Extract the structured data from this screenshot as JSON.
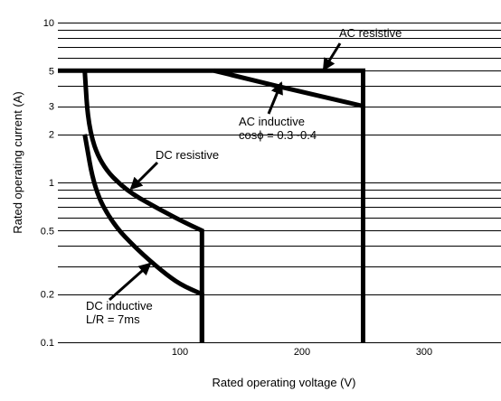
{
  "chart_data": {
    "type": "line",
    "title": "",
    "xlabel": "Rated operating voltage (V)",
    "ylabel": "Rated operating current (A)",
    "xlim": [
      0,
      350
    ],
    "ylim": [
      0.1,
      10
    ],
    "yscale": "log",
    "xticks": [
      100,
      200,
      300
    ],
    "yticks": [
      0.1,
      0.2,
      0.5,
      1,
      2,
      3,
      5,
      10
    ],
    "ytick_labels": [
      "0.1",
      "0.2",
      "0.5",
      "1",
      "2",
      "3",
      "5",
      "10"
    ],
    "grid": {
      "horizontal": true,
      "vertical": false
    },
    "series": [
      {
        "name": "AC resistive",
        "points": [
          [
            0,
            5
          ],
          [
            250,
            5
          ],
          [
            250,
            0.1
          ]
        ]
      },
      {
        "name": "AC inductive cosϕ = 0.3~0.4",
        "points": [
          [
            128,
            5
          ],
          [
            180,
            4.0
          ],
          [
            250,
            3.0
          ]
        ]
      },
      {
        "name": "DC resistive",
        "points": [
          [
            22,
            5
          ],
          [
            25,
            2.2
          ],
          [
            35,
            1.3
          ],
          [
            55,
            0.9
          ],
          [
            80,
            0.7
          ],
          [
            100,
            0.58
          ],
          [
            118,
            0.5
          ],
          [
            118,
            0.1
          ]
        ]
      },
      {
        "name": "DC inductive L/R = 7ms",
        "points": [
          [
            22,
            2
          ],
          [
            30,
            0.9
          ],
          [
            45,
            0.55
          ],
          [
            65,
            0.38
          ],
          [
            85,
            0.28
          ],
          [
            100,
            0.23
          ],
          [
            118,
            0.2
          ],
          [
            118,
            0.1
          ]
        ]
      }
    ],
    "annotations": [
      {
        "label": "AC resistive",
        "lines": [
          "AC resistive"
        ],
        "at": [
          220,
          5
        ]
      },
      {
        "label": "AC inductive",
        "lines": [
          "AC inductive",
          "cosϕ = 0.3~0.4"
        ],
        "at": [
          177,
          4.3
        ]
      },
      {
        "label": "DC resistive",
        "lines": [
          "DC resistive"
        ],
        "at": [
          63,
          0.85
        ]
      },
      {
        "label": "DC inductive",
        "lines": [
          "DC inductive",
          "L/R = 7ms"
        ],
        "at": [
          75,
          0.3
        ]
      }
    ]
  }
}
